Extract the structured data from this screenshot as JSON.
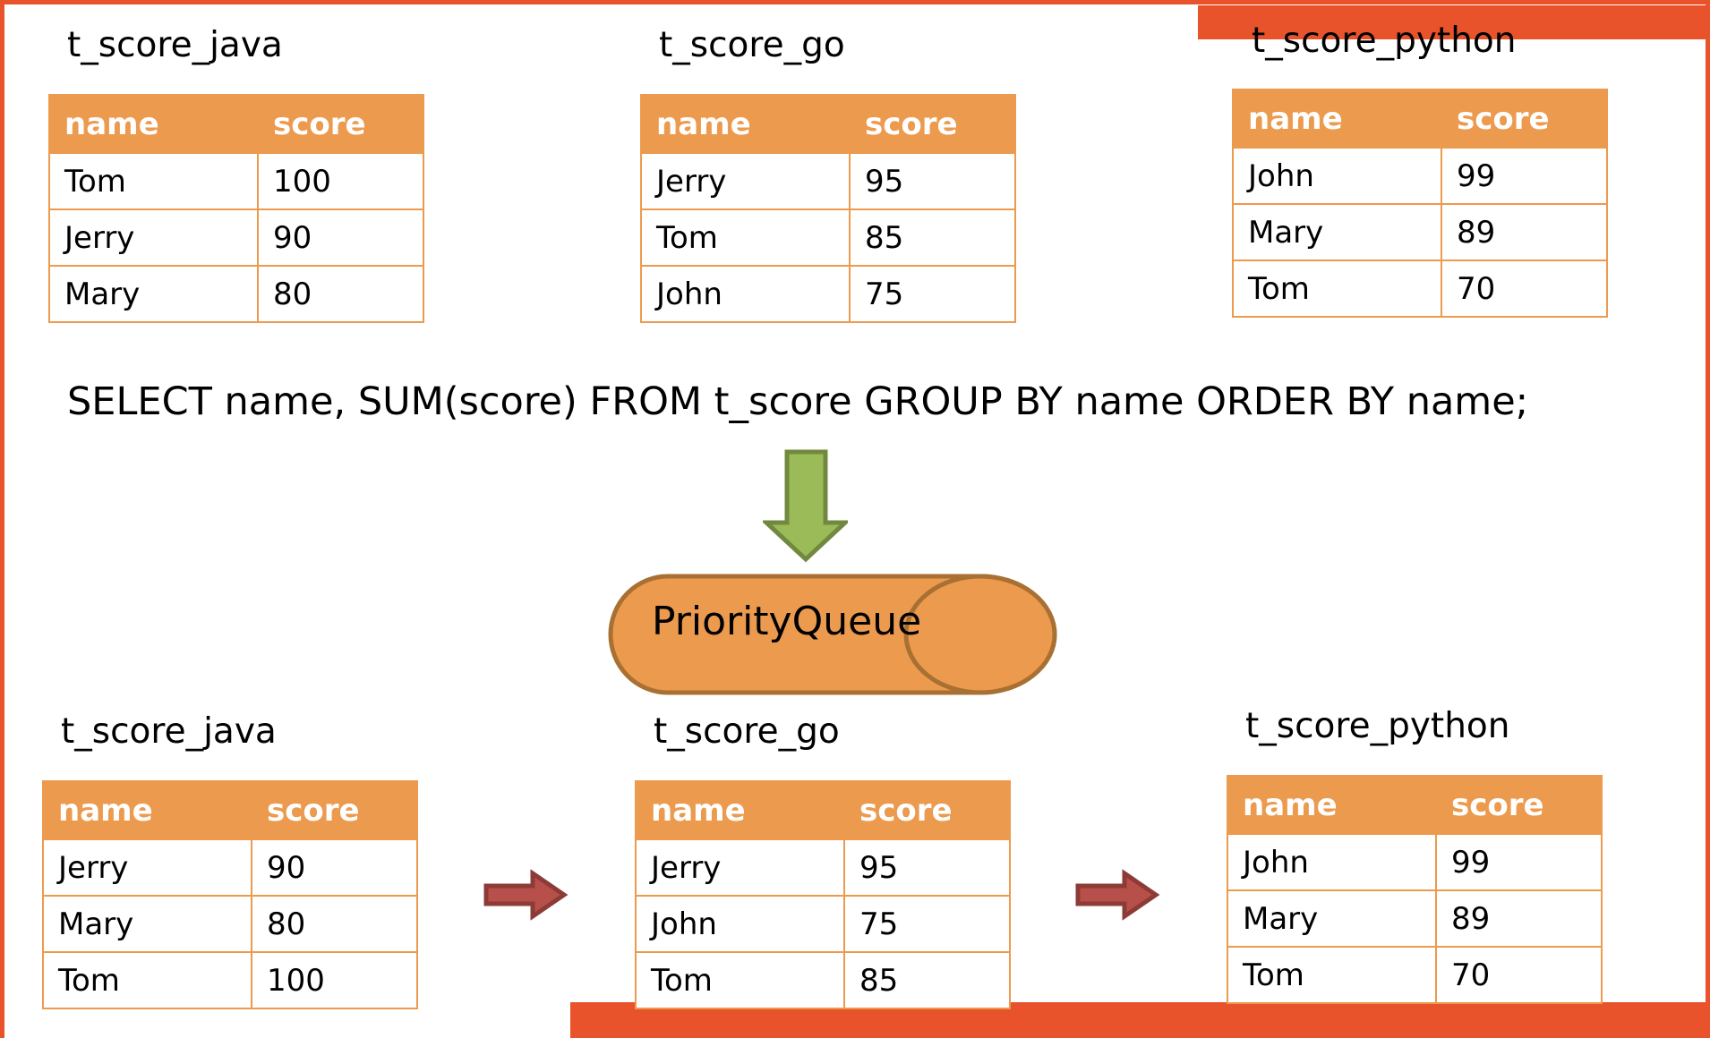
{
  "sql": "SELECT name, SUM(score) FROM t_score GROUP BY name ORDER BY name;",
  "priority_queue_label": "PriorityQueue",
  "columns": {
    "name": "name",
    "score": "score"
  },
  "top_tables": [
    {
      "title": "t_score_java",
      "rows": [
        [
          "Tom",
          "100"
        ],
        [
          "Jerry",
          "90"
        ],
        [
          "Mary",
          "80"
        ]
      ]
    },
    {
      "title": "t_score_go",
      "rows": [
        [
          "Jerry",
          "95"
        ],
        [
          "Tom",
          "85"
        ],
        [
          "John",
          "75"
        ]
      ]
    },
    {
      "title": "t_score_python",
      "rows": [
        [
          "John",
          "99"
        ],
        [
          "Mary",
          "89"
        ],
        [
          "Tom",
          "70"
        ]
      ]
    }
  ],
  "bottom_tables": [
    {
      "title": "t_score_java",
      "rows": [
        [
          "Jerry",
          "90"
        ],
        [
          "Mary",
          "80"
        ],
        [
          "Tom",
          "100"
        ]
      ]
    },
    {
      "title": "t_score_go",
      "rows": [
        [
          "Jerry",
          "95"
        ],
        [
          "John",
          "75"
        ],
        [
          "Tom",
          "85"
        ]
      ]
    },
    {
      "title": "t_score_python",
      "rows": [
        [
          "John",
          "99"
        ],
        [
          "Mary",
          "89"
        ],
        [
          "Tom",
          "70"
        ]
      ]
    }
  ],
  "colors": {
    "accent": "#e9532b",
    "table_header": "#ec9a4e",
    "queue_fill": "#ec9a4e",
    "queue_stroke": "#a87033",
    "down_arrow": "#9bbb59",
    "right_arrow": "#b7504b"
  },
  "icons": {
    "down_arrow": "down-arrow-icon",
    "right_arrow": "right-arrow-icon"
  }
}
